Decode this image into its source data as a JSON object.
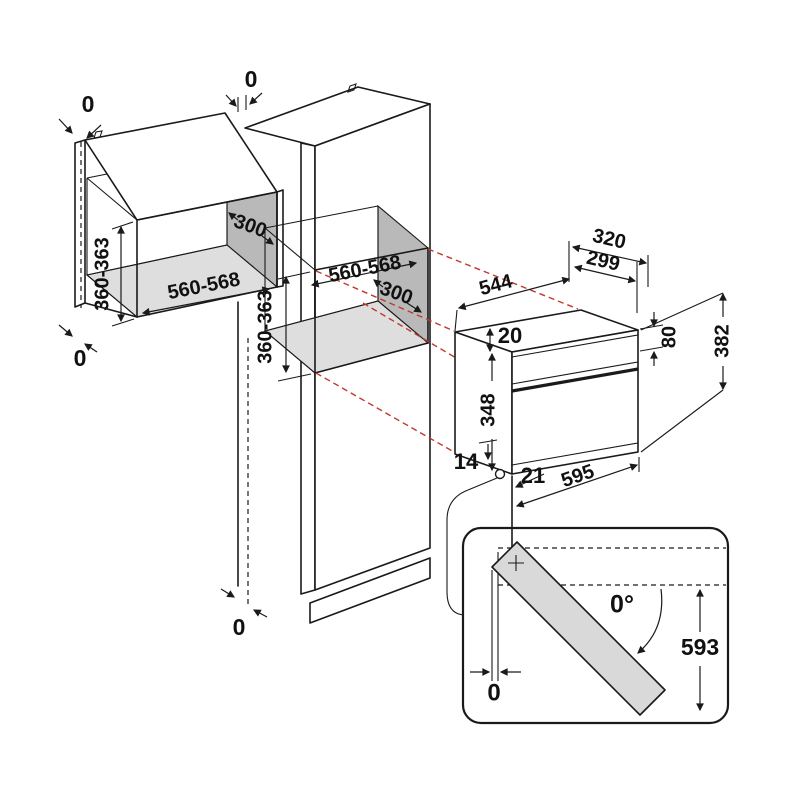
{
  "drawing": {
    "type": "appliance-installation-dimension-diagram",
    "labels": {
      "wall_unit_top_gap": "0",
      "units_top_gap": "0",
      "wall_unit_height": "360-363",
      "wall_unit_depth": "300",
      "wall_unit_width": "560-568",
      "wall_unit_bottom_gap": "0",
      "tall_unit_width": "560-568",
      "tall_unit_depth": "300",
      "tall_unit_height": "360-363",
      "tall_unit_bottom_gap": "0",
      "oven_depth": "544",
      "oven_top_depth_outer": "320",
      "oven_top_depth_inner": "299",
      "oven_top_frame": "20",
      "oven_front_height": "348",
      "oven_panel_height": "80",
      "oven_total_height": "382",
      "oven_hinge_offset": "14",
      "oven_side_offset": "21",
      "oven_width": "595",
      "door_open_angle": "0°",
      "door_open_height": "593",
      "door_side_clearance": "0"
    },
    "colors": {
      "line": "#1a1a1a",
      "projection_red": "#c0392b",
      "niche_wall": "#b9b9b9",
      "niche_floor": "#dedede",
      "door_fill": "#d9d9d9",
      "background": "#ffffff"
    }
  }
}
